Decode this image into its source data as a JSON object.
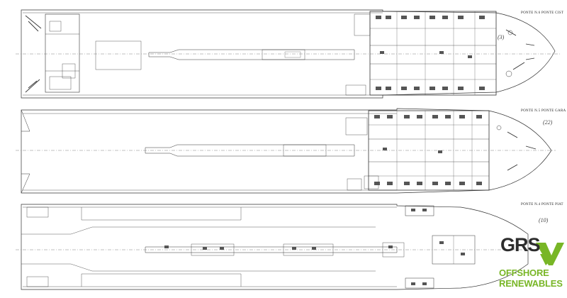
{
  "decks": [
    {
      "label": "PONTE N.6 PONTE CIST",
      "note": "(3)"
    },
    {
      "label": "PONTE N.5 PONTE GARA",
      "note": "(22)"
    },
    {
      "label": "PONTE N.4 PONTE PIAT",
      "note": "(10)"
    }
  ],
  "logo": {
    "brand": "GRS",
    "line1": "OFFSHORE",
    "line2": "RENEWABLES",
    "colors": {
      "brand": "#2d2d2d",
      "accent": "#78b626"
    }
  }
}
